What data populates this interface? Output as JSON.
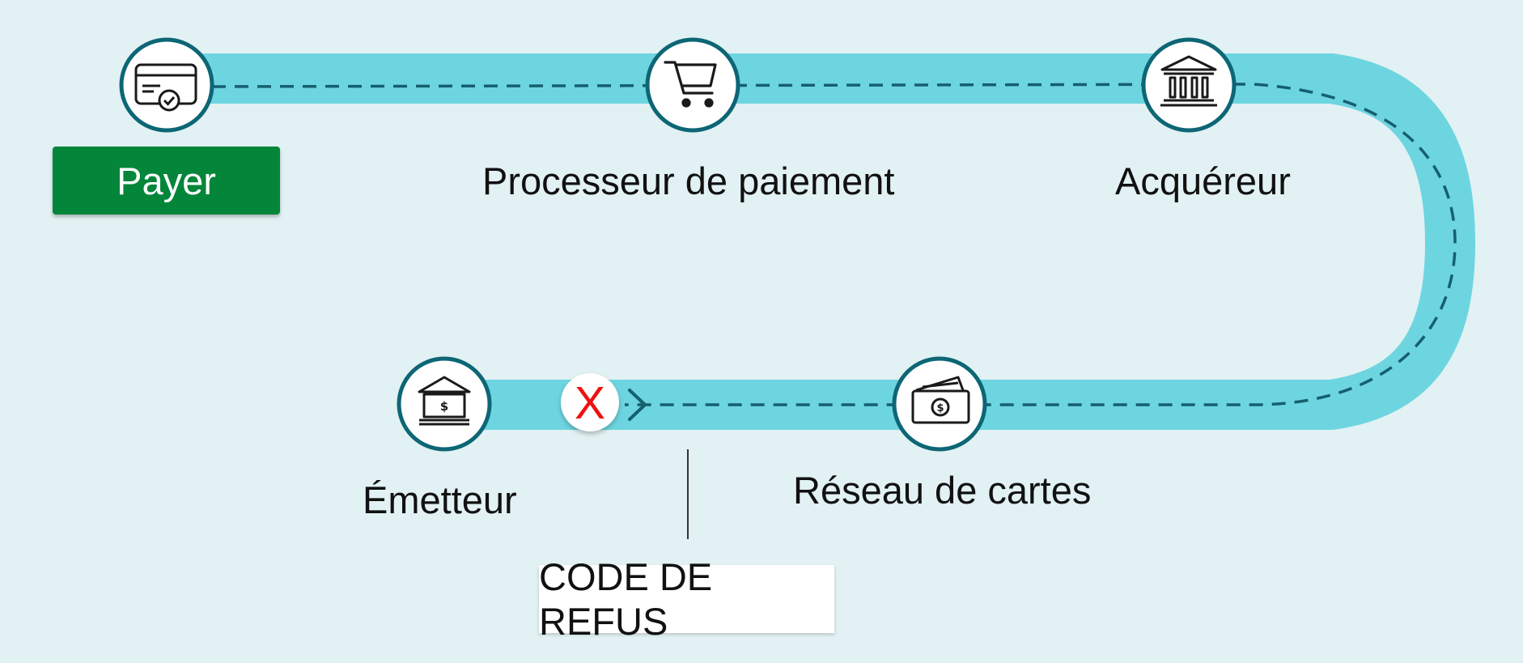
{
  "colors": {
    "background": "#e2f1f3",
    "track": "#6dd5e0",
    "node_border": "#0d6675",
    "dashed_line": "#155f6e",
    "button": "#03863a",
    "error_mark": "#ee1111"
  },
  "button": {
    "label": "Payer"
  },
  "nodes": [
    {
      "id": "payer",
      "icon": "credit-card-check-icon",
      "label": ""
    },
    {
      "id": "processor",
      "icon": "shopping-cart-icon",
      "label": "Processeur de paiement"
    },
    {
      "id": "acquirer",
      "icon": "bank-building-icon",
      "label": "Acquéreur"
    },
    {
      "id": "card-network",
      "icon": "cash-cards-icon",
      "label": "Réseau de cartes"
    },
    {
      "id": "issuer",
      "icon": "bank-dollar-icon",
      "label": "Émetteur"
    }
  ],
  "error": {
    "mark": "X",
    "icon": "refusal-x-icon"
  },
  "callout": {
    "text": "CODE DE REFUS"
  }
}
